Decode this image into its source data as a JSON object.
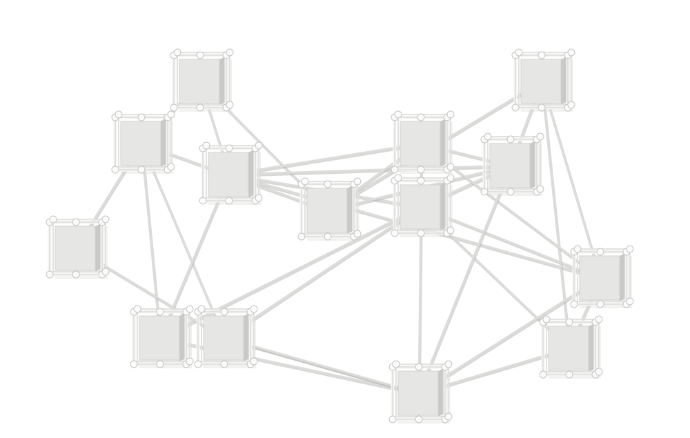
{
  "scene": {
    "background": "#ffffff",
    "strut_color": "#dcdcda",
    "strut_shadow": "#b9b9b7",
    "node_face": "#e6e6e4",
    "node_side": "#c9c9c7",
    "frame_color": "#f4f4f2",
    "joint_color": "#fbfbfb",
    "nodes": [
      {
        "id": "n1"
      },
      {
        "id": "n2"
      },
      {
        "id": "n3"
      },
      {
        "id": "n4"
      },
      {
        "id": "n5"
      },
      {
        "id": "n6"
      },
      {
        "id": "n7"
      },
      {
        "id": "n8"
      },
      {
        "id": "n9"
      },
      {
        "id": "n10"
      },
      {
        "id": "n11"
      },
      {
        "id": "n12"
      },
      {
        "id": "n13"
      },
      {
        "id": "n14"
      },
      {
        "id": "n15"
      }
    ],
    "edges": [
      [
        "n1",
        "n2"
      ],
      [
        "n1",
        "n4"
      ],
      [
        "n1",
        "n6"
      ],
      [
        "n2",
        "n3"
      ],
      [
        "n2",
        "n6"
      ],
      [
        "n2",
        "n7"
      ],
      [
        "n2",
        "n5"
      ],
      [
        "n3",
        "n7"
      ],
      [
        "n4",
        "n5"
      ],
      [
        "n4",
        "n13"
      ],
      [
        "n4",
        "n9"
      ],
      [
        "n4",
        "n11"
      ],
      [
        "n4",
        "n12"
      ],
      [
        "n5",
        "n8"
      ],
      [
        "n5",
        "n9"
      ],
      [
        "n6",
        "n10"
      ],
      [
        "n6",
        "n11"
      ],
      [
        "n6",
        "n12"
      ],
      [
        "n7",
        "n8"
      ],
      [
        "n7",
        "n9"
      ],
      [
        "n7",
        "n15"
      ],
      [
        "n8",
        "n9"
      ],
      [
        "n9",
        "n11"
      ],
      [
        "n9",
        "n12"
      ],
      [
        "n9",
        "n13"
      ],
      [
        "n9",
        "n14"
      ],
      [
        "n10",
        "n12"
      ],
      [
        "n10",
        "n13"
      ],
      [
        "n10",
        "n14"
      ],
      [
        "n11",
        "n12"
      ],
      [
        "n11",
        "n13"
      ],
      [
        "n12",
        "n15"
      ],
      [
        "n13",
        "n14"
      ],
      [
        "n13",
        "n15"
      ],
      [
        "n14",
        "n15"
      ]
    ]
  }
}
